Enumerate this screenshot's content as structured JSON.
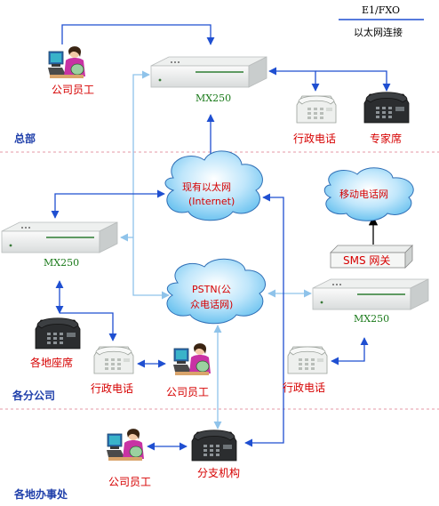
{
  "legend": {
    "e1": "E1/FXO",
    "ethernet": "以太网连接"
  },
  "sections": {
    "hq": "总部",
    "branch": "各分公司",
    "office": "各地办事处"
  },
  "devices": {
    "mx_hq": "MX250",
    "mx_branch": "MX250",
    "mx_right": "MX250"
  },
  "people": {
    "staff_hq": "公司员工",
    "staff_branch": "公司员工",
    "staff_office": "公司员工"
  },
  "phones": {
    "admin_hq": "行政电话",
    "expert_hq": "专家席",
    "local_seat": "各地座席",
    "admin_branch": "行政电话",
    "admin_right": "行政电话",
    "pbx": "分支机构"
  },
  "clouds": {
    "internet_line1": "现有以太网",
    "internet_line2": "(Internet)",
    "mobile": "移动电话网",
    "pstn_line1": "PSTN(公",
    "pstn_line2": "众电话网)"
  },
  "gateway": "SMS 网关",
  "colors": {
    "e1_line": "#1f4fd1",
    "ethernet_line": "#8fc3ea",
    "label_red": "#d60000",
    "label_green": "#1a7a1a",
    "section_blue": "#1f3faa"
  }
}
